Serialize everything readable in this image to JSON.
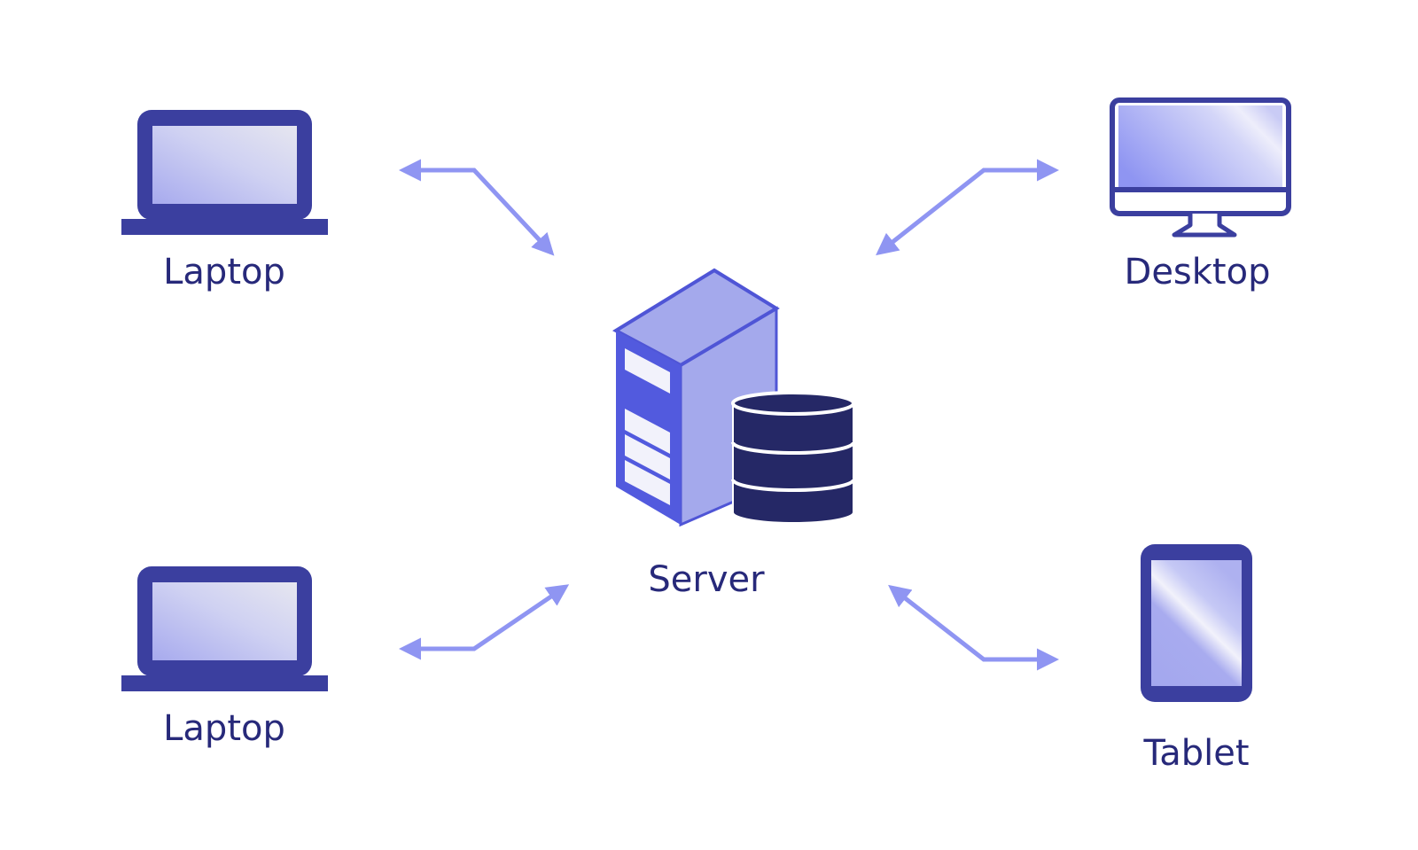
{
  "nodes": {
    "laptop_top": {
      "label": "Laptop",
      "icon": "laptop-icon"
    },
    "laptop_bottom": {
      "label": "Laptop",
      "icon": "laptop-icon"
    },
    "server": {
      "label": "Server",
      "icon": "server-database-icon"
    },
    "desktop": {
      "label": "Desktop",
      "icon": "desktop-monitor-icon"
    },
    "tablet": {
      "label": "Tablet",
      "icon": "tablet-icon"
    }
  },
  "connections": [
    {
      "from": "laptop_top",
      "to": "server",
      "direction": "bidirectional"
    },
    {
      "from": "desktop",
      "to": "server",
      "direction": "bidirectional"
    },
    {
      "from": "laptop_bottom",
      "to": "server",
      "direction": "bidirectional"
    },
    {
      "from": "tablet",
      "to": "server",
      "direction": "bidirectional"
    }
  ],
  "colors": {
    "device_frame": "#3b3f9f",
    "screen_light": "#dfe0f5",
    "screen_mid": "#a6a9ee",
    "server_front": "#525ade",
    "server_side": "#a4a9ec",
    "database": "#252866",
    "arrow": "#8f95f2",
    "label": "#27297a"
  }
}
